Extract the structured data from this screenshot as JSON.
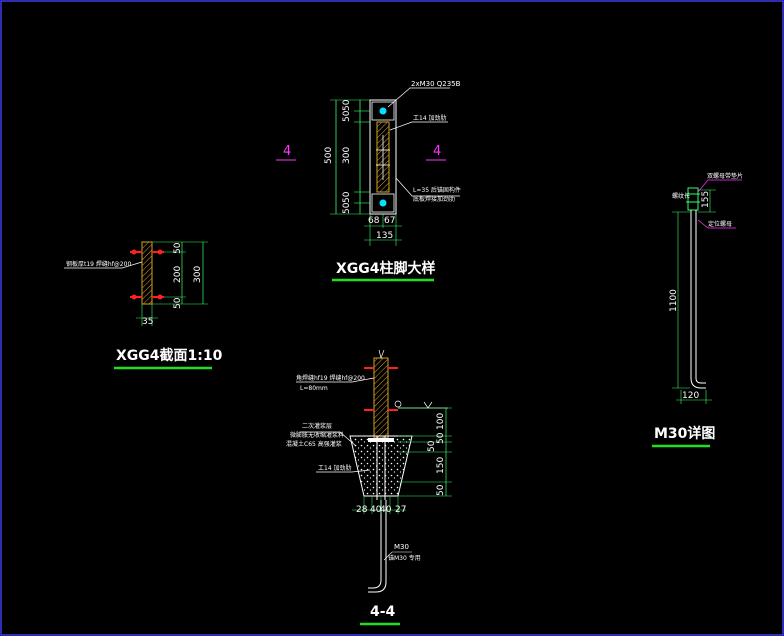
{
  "colors": {
    "background": "#000000",
    "frame": "#3a3af0",
    "dimension": "#33ff66",
    "underline": "#22dd22",
    "text": "#ffffff",
    "section_mark": "#ff33ff",
    "steel": "#d4a21e",
    "bolt": "#00e5ff",
    "weld": "#ff2020",
    "leader": "#ffffff"
  },
  "views": {
    "column_foot": {
      "title": "XGG4柱脚大样",
      "dims_vertical": [
        "50",
        "50",
        "300",
        "50",
        "50"
      ],
      "dim_total": "500",
      "dims_horizontal": [
        "68",
        "67"
      ],
      "dim_horizontal_total": "135",
      "note_bolt": "2xM30 Q235B",
      "note_stiffener": "工14 加劲肋",
      "note_plate_1": "L=35 后锚固构件",
      "note_plate_2": "底板焊接加劲肋",
      "section_mark_left": "4",
      "section_mark_right": "4"
    },
    "section_xgg4": {
      "title": "XGG4截面1:10",
      "note": "钢板厚t19 焊缝hf@200",
      "dims_right_inner": [
        "50",
        "200",
        "50"
      ],
      "dim_right_total": "300",
      "dim_bottom": "35"
    },
    "m30_detail": {
      "title": "M30详图",
      "note_top_1": "双螺母带垫片",
      "note_top_2": "定位螺母",
      "note_left": "螺纹长",
      "dim_thread": "155",
      "dim_length": "1100",
      "dim_bottom": "120"
    },
    "section_4_4": {
      "title": "4-4",
      "note_weld_1": "角焊缝hf19 焊缝hf@200",
      "note_weld_2": "L=80mm",
      "note_grout_1": "二次灌浆层",
      "note_grout_2": "微膨胀无收缩灌浆料",
      "note_grout_3": "混凝土C65 高强灌浆",
      "note_stiff": "工14 加劲肋",
      "dims_right": [
        "100",
        "50",
        "50",
        "150",
        "50"
      ],
      "dims_bottom": [
        "28",
        "40",
        "40",
        "27"
      ],
      "note_bolt_1": "M30",
      "note_bolt_2": "锚M30 专用"
    }
  }
}
